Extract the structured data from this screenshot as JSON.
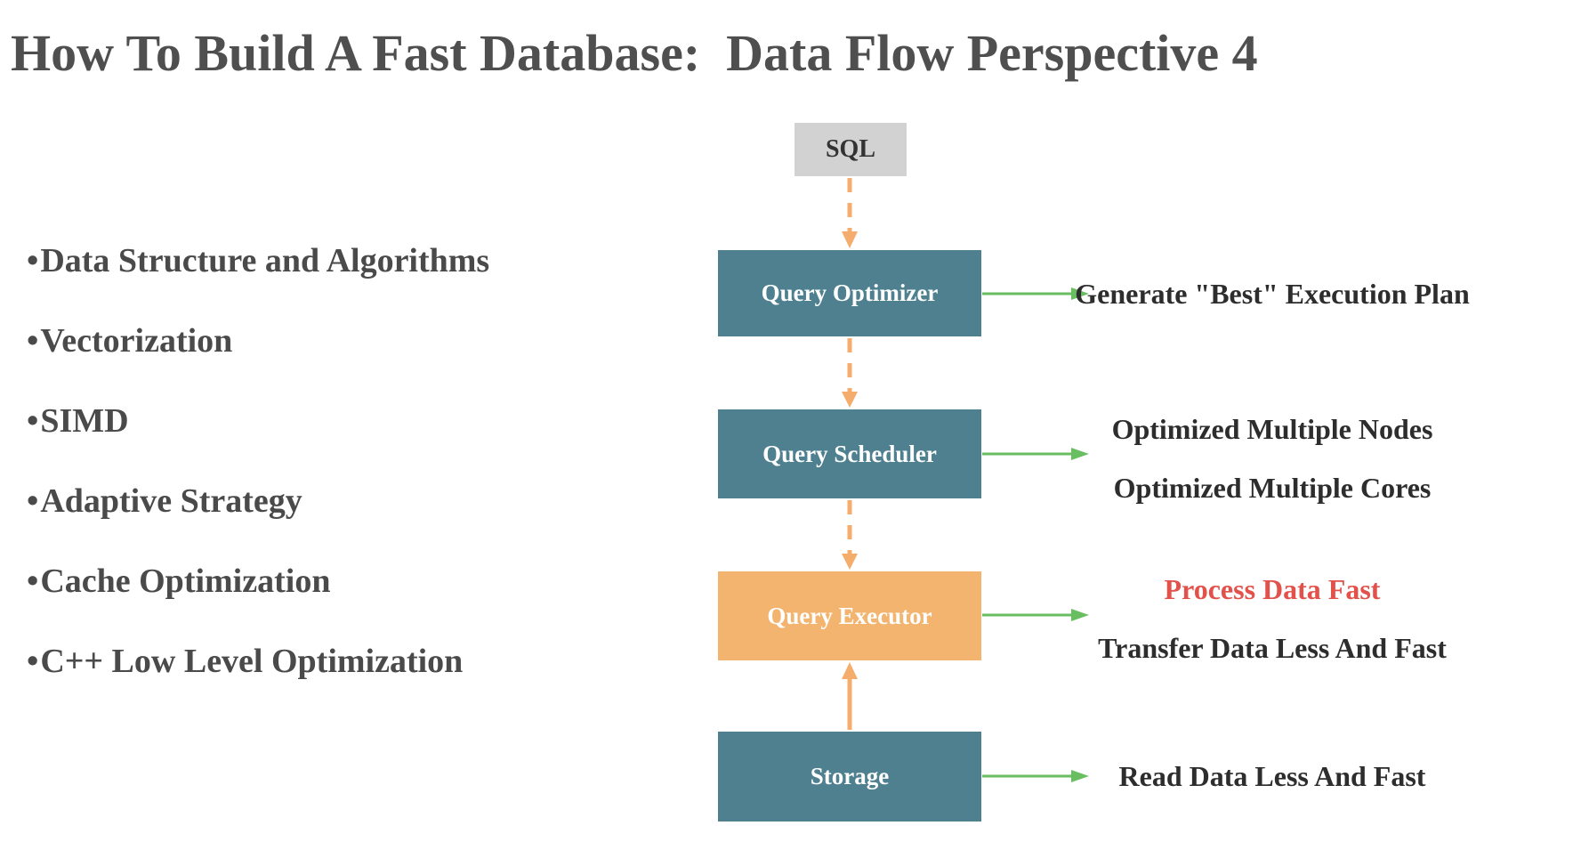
{
  "title": "How To Build A Fast Database:  Data Flow Perspective 4",
  "left_bullets": {
    "marker": "•",
    "items": [
      "Data Structure and Algorithms",
      "Vectorization",
      "SIMD",
      "Adaptive Strategy",
      "Cache Optimization",
      "C++ Low Level Optimization"
    ]
  },
  "flow": {
    "source": {
      "label": "SQL"
    },
    "nodes": [
      {
        "label": "Query Optimizer",
        "style": "teal"
      },
      {
        "label": "Query Scheduler",
        "style": "teal"
      },
      {
        "label": "Query Executor",
        "style": "orange"
      },
      {
        "label": "Storage",
        "style": "teal"
      }
    ]
  },
  "annotations": {
    "optimizer": {
      "lines": [
        {
          "text": "Generate \"Best\" Execution Plan",
          "color": "dark"
        }
      ]
    },
    "scheduler": {
      "lines": [
        {
          "text": "Optimized Multiple Nodes",
          "color": "dark"
        },
        {
          "text": "Optimized Multiple Cores",
          "color": "dark"
        }
      ]
    },
    "executor": {
      "lines": [
        {
          "text": "Process Data Fast",
          "color": "red"
        },
        {
          "text": "Transfer Data Less And Fast",
          "color": "dark"
        }
      ]
    },
    "storage": {
      "lines": [
        {
          "text": "Read Data Less And Fast",
          "color": "dark"
        }
      ]
    }
  },
  "colors": {
    "teal": "#4e8090",
    "orange": "#f2b46e",
    "arrow_orange": "#f4ad6c",
    "green": "#6abe62",
    "red": "#e2524b",
    "gray_box": "#d2d2d2",
    "title_gray": "#4f4f4f",
    "bullet_gray": "#4a4a4a",
    "annotation_dark": "#2d2d2d"
  }
}
